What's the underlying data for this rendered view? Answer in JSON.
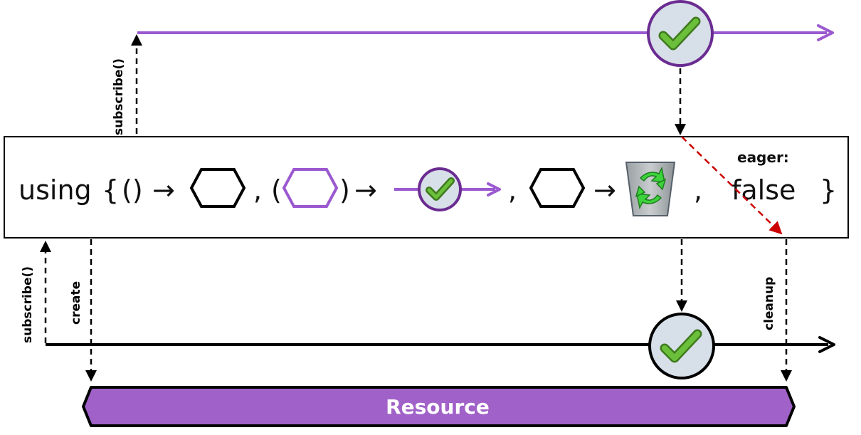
{
  "labels": {
    "subscribe_top": "subscribe()",
    "subscribe_bottom": "subscribe()",
    "create": "create",
    "cleanup": "cleanup",
    "eager": "eager:",
    "resource": "Resource"
  },
  "code": {
    "using": "using",
    "brace_open": "{",
    "parens": "()",
    "arrow": "→",
    "comma": ",",
    "paren_open": "(",
    "paren_close": ")",
    "false": "false",
    "brace_close": "}"
  },
  "colors": {
    "purple": "#9b59d0",
    "purple_dark": "#6a2c91",
    "resource_fill": "#a061c8",
    "check_green": "#5aa02c",
    "marble_fill": "#d7dfe8",
    "red_dashed": "#cc0000"
  },
  "icons": [
    "checkmark-icon",
    "recycle-bin-icon",
    "hexagon-icon",
    "arrow-icon"
  ]
}
